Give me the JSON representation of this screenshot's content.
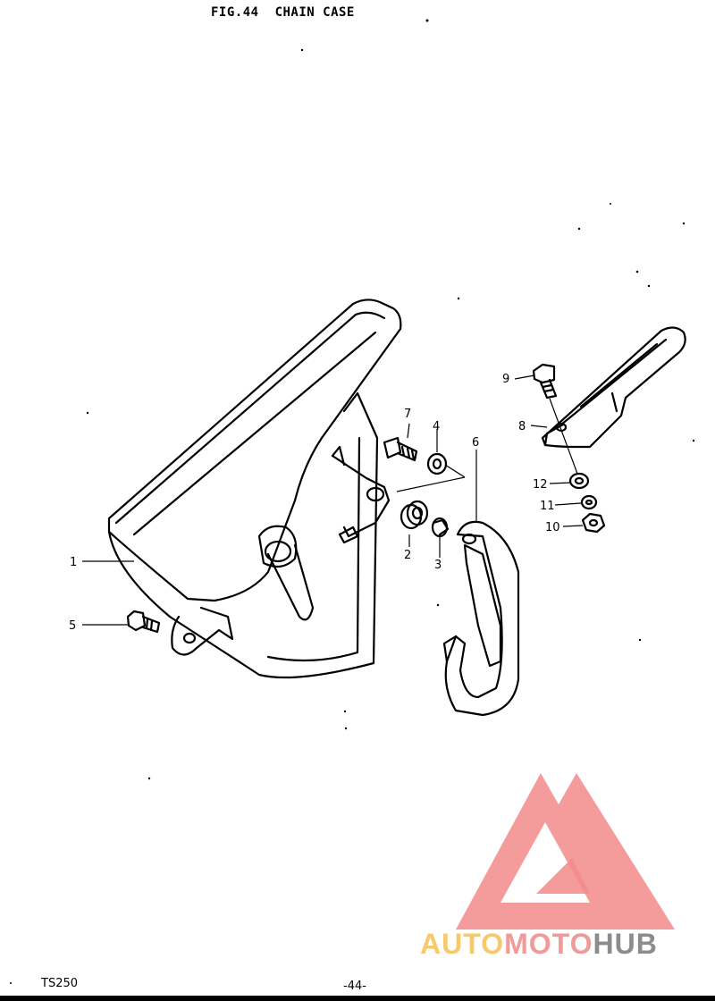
{
  "figure": {
    "number": "FIG.44",
    "title": "CHAIN CASE"
  },
  "part_labels": [
    {
      "id": "1",
      "text": "1"
    },
    {
      "id": "2",
      "text": "2"
    },
    {
      "id": "3",
      "text": "3"
    },
    {
      "id": "4",
      "text": "4"
    },
    {
      "id": "5",
      "text": "5"
    },
    {
      "id": "6",
      "text": "6"
    },
    {
      "id": "7",
      "text": "7"
    },
    {
      "id": "8",
      "text": "8"
    },
    {
      "id": "9",
      "text": "9"
    },
    {
      "id": "10",
      "text": "10"
    },
    {
      "id": "11",
      "text": "11"
    },
    {
      "id": "12",
      "text": "12"
    }
  ],
  "footer": {
    "model": "TS250",
    "page": "-44-"
  },
  "watermark": {
    "part1": "AUTO",
    "part2": "MOTO",
    "part3": "HUB",
    "logo_color": "#f28b8b"
  }
}
